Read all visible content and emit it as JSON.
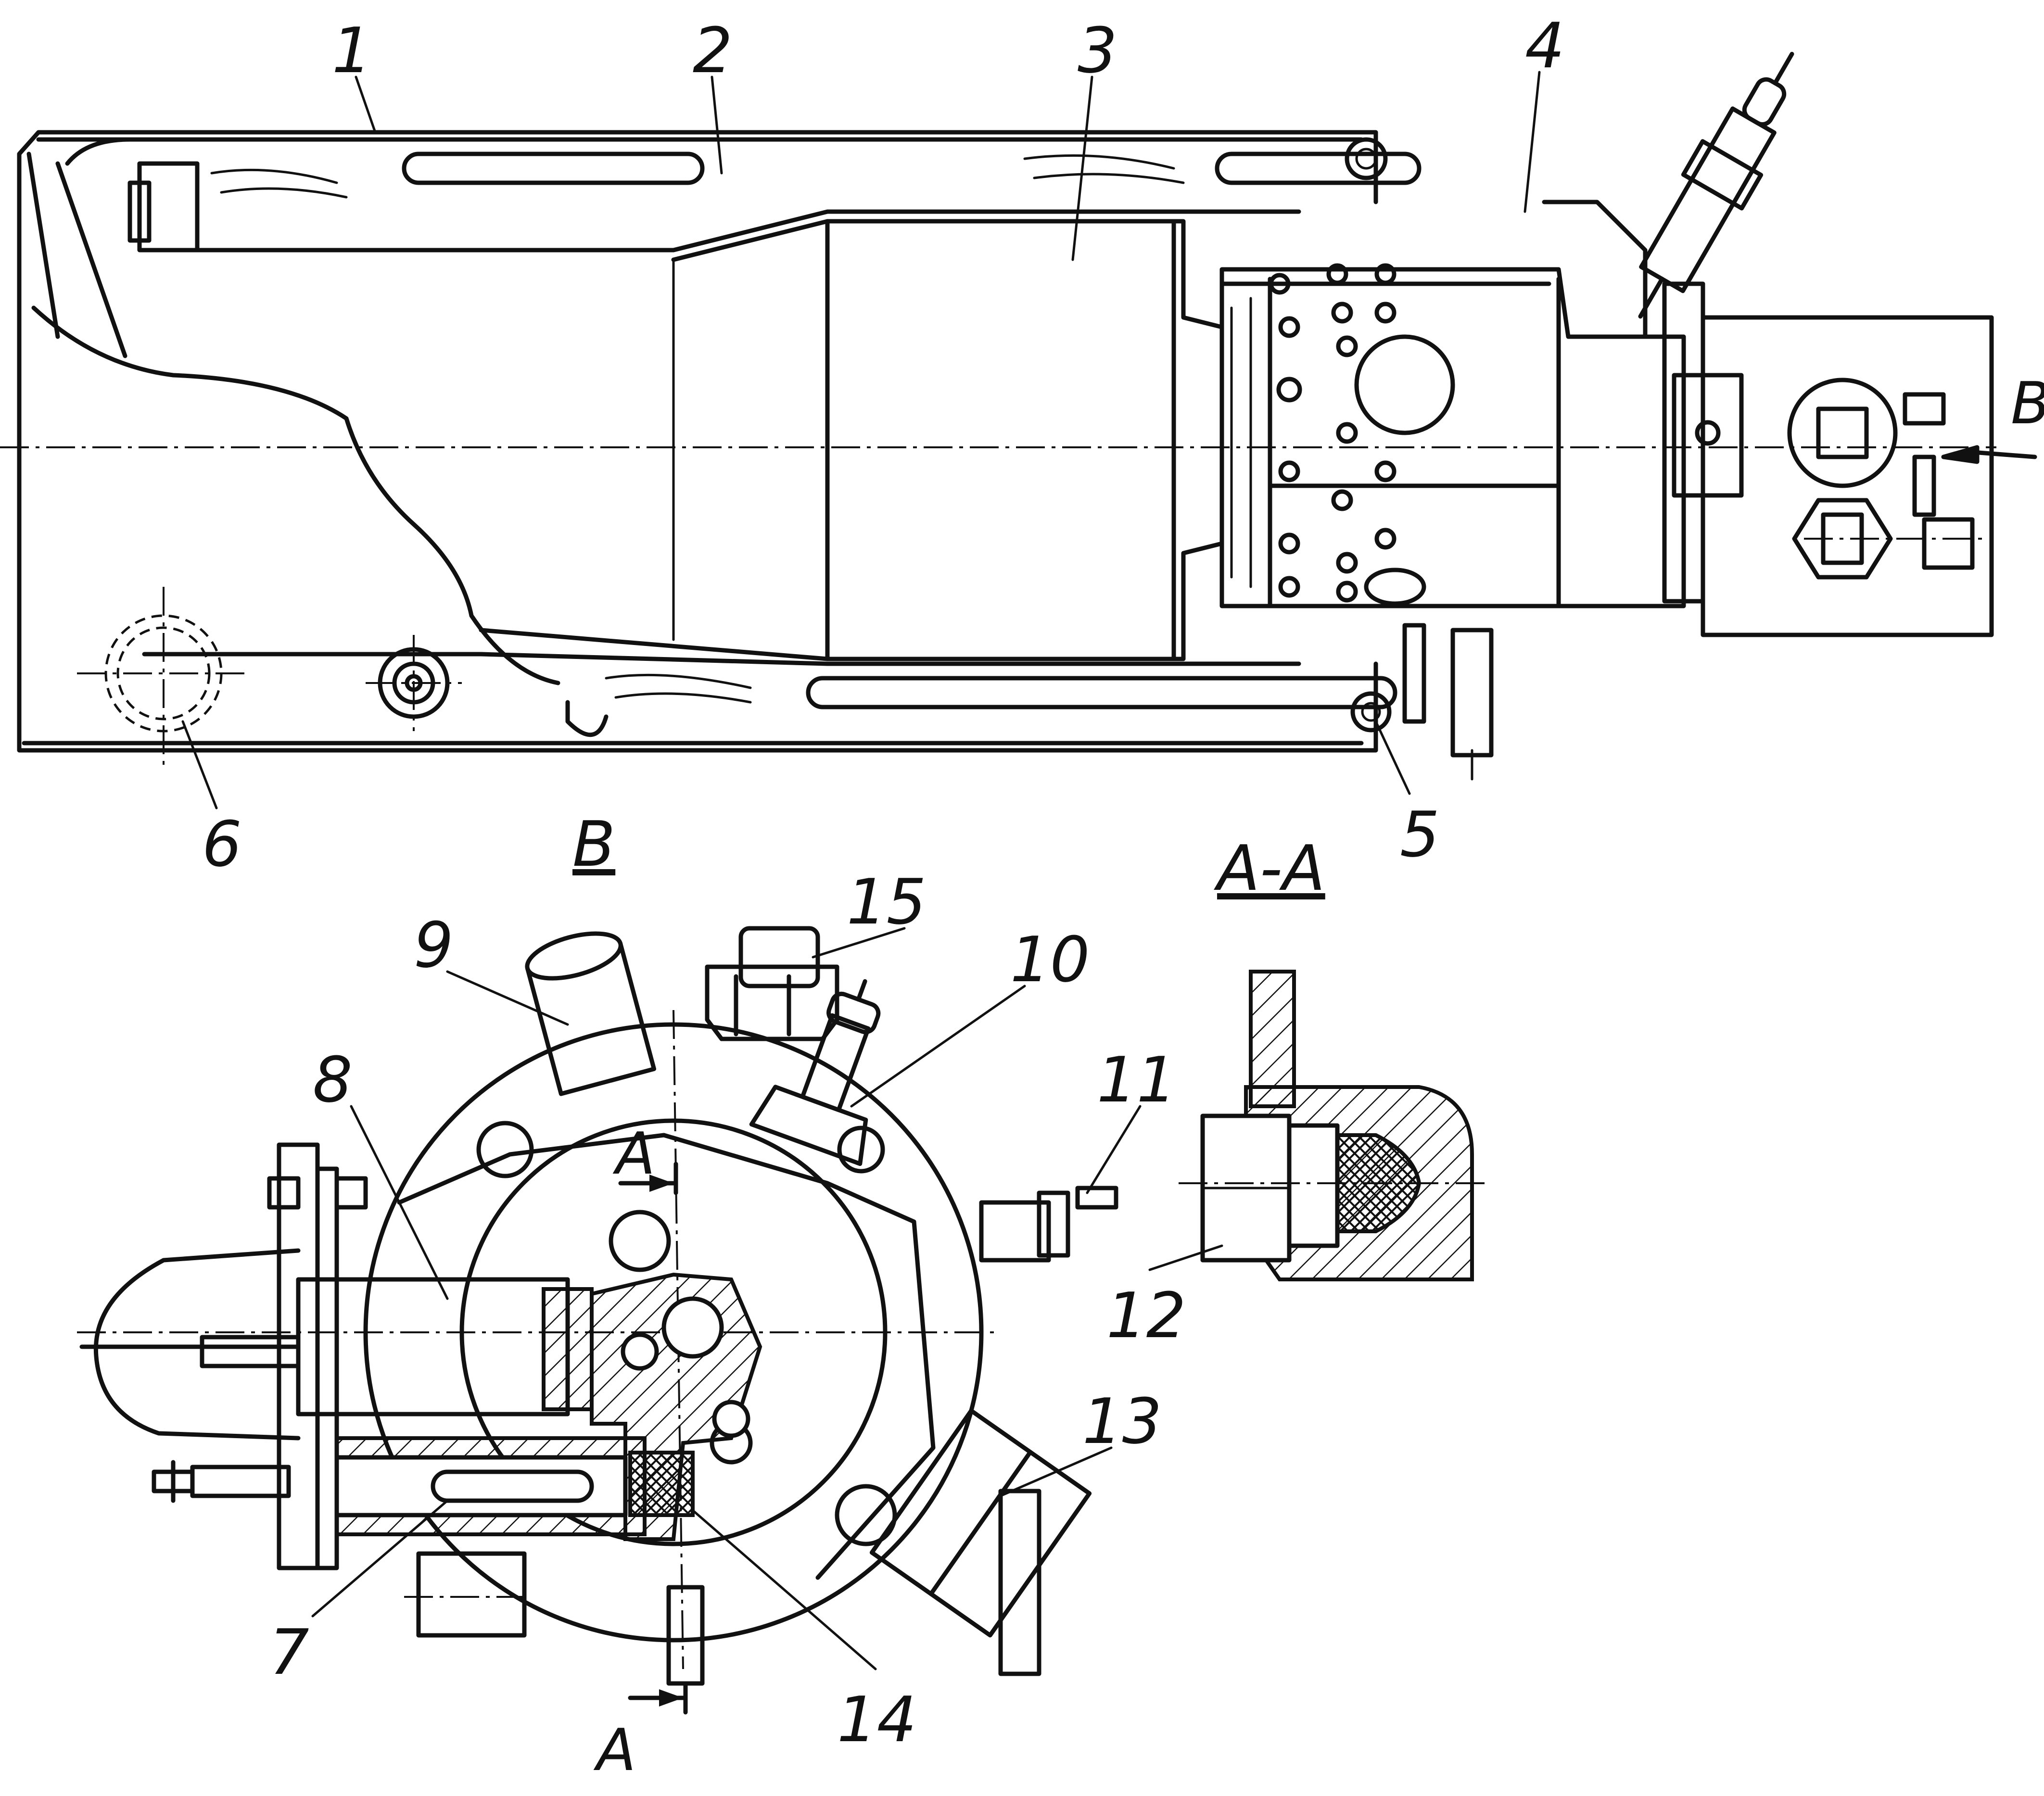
{
  "callouts": {
    "c1": "1",
    "c2": "2",
    "c3": "3",
    "c4": "4",
    "c5": "5",
    "c6": "6",
    "c7": "7",
    "c8": "8",
    "c9": "9",
    "c10": "10",
    "c11": "11",
    "c12": "12",
    "c13": "13",
    "c14": "14",
    "c15": "15"
  },
  "view_labels": {
    "view_b_arrow": "B",
    "view_b_title": "B",
    "section_aa_title": "A-A",
    "section_mark_top": "A",
    "section_mark_bottom": "A"
  }
}
